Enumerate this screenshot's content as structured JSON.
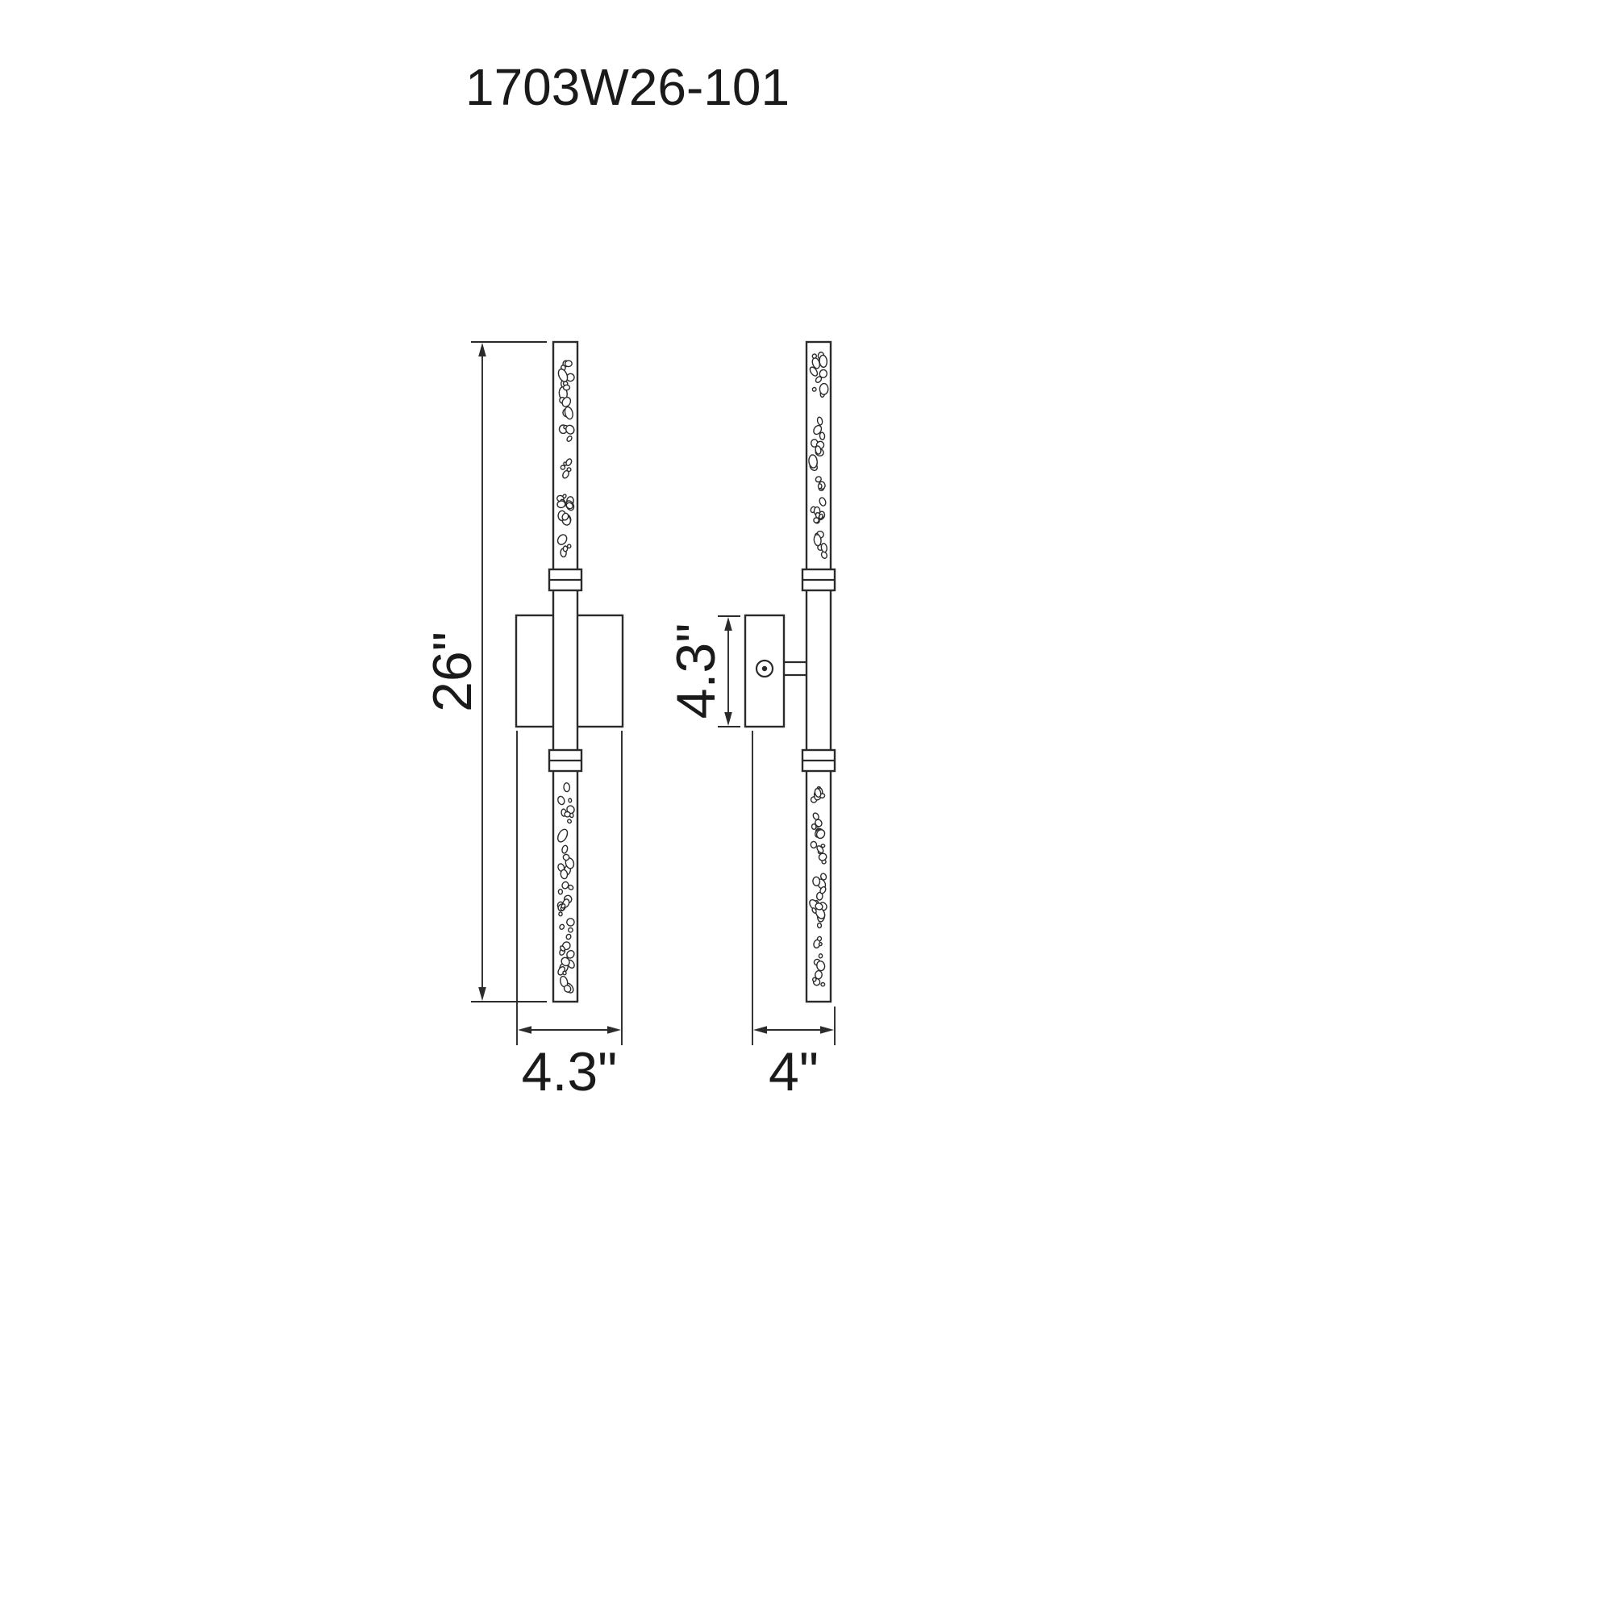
{
  "title": "1703W26-101",
  "dimensions": {
    "overall_height": "26\"",
    "overall_width": "4.3\"",
    "backplate_height": "4.3\"",
    "fixture_depth": "4\""
  },
  "colors": {
    "line": "#2b2b2b",
    "text": "#1a1a1a",
    "background": "#ffffff"
  }
}
